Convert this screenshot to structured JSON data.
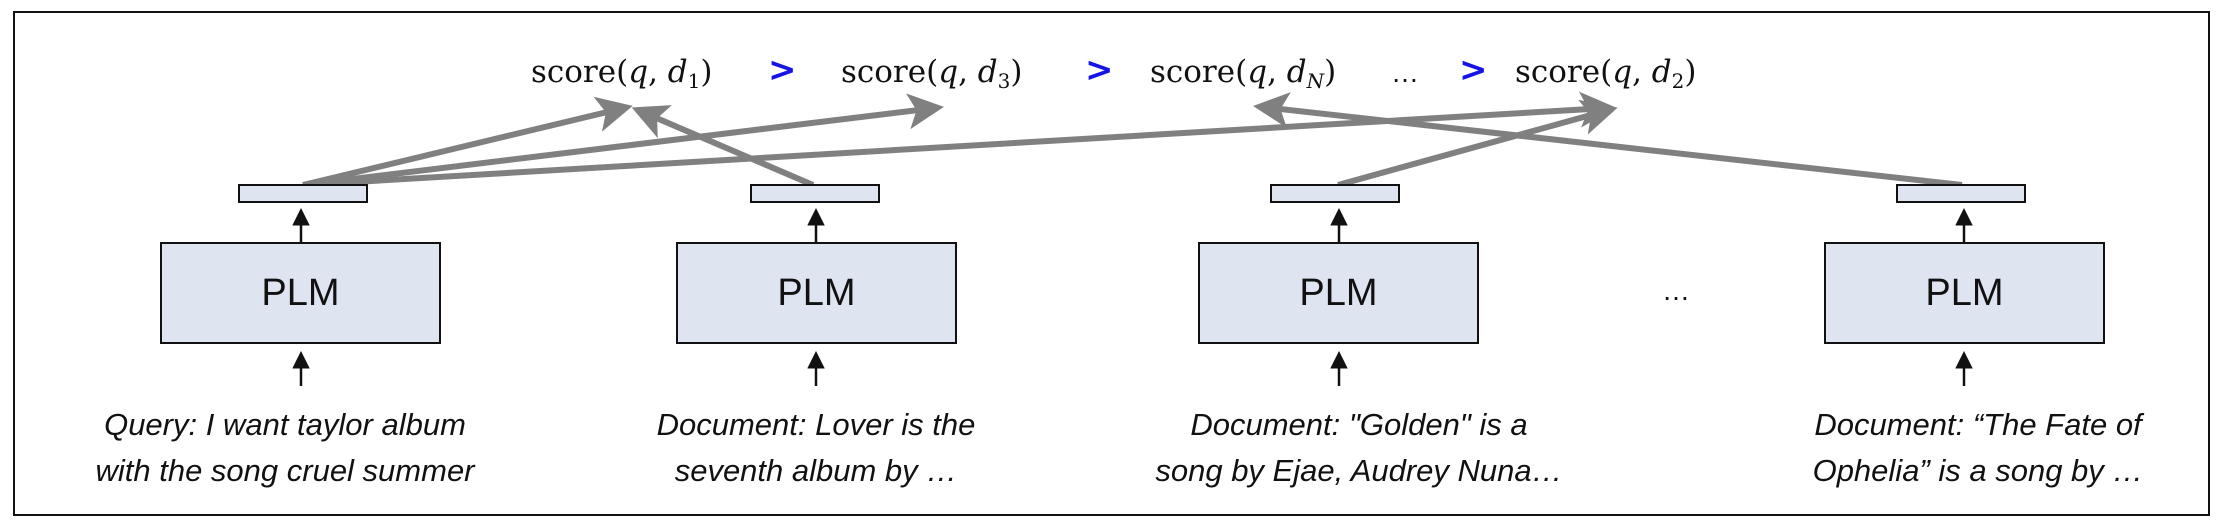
{
  "diagram": {
    "title_row": {
      "scores": [
        {
          "func": "score",
          "arg1": "q",
          "arg2": "d",
          "sub": "1"
        },
        {
          "func": "score",
          "arg1": "q",
          "arg2": "d",
          "sub": "3"
        },
        {
          "func": "score",
          "arg1": "q",
          "arg2": "d",
          "sub": "N"
        },
        {
          "func": "score",
          "arg1": "q",
          "arg2": "d",
          "sub": "2"
        }
      ],
      "comparator": ">",
      "ellipsis": "…",
      "comparator_color": "#1414e6"
    },
    "encoders": [
      {
        "label": "PLM",
        "caption_line1": "Query: I want taylor album",
        "caption_line2": "with the song cruel summer",
        "role": "query"
      },
      {
        "label": "PLM",
        "caption_line1": "Document: Lover is the",
        "caption_line2": "seventh album by …",
        "role": "document"
      },
      {
        "label": "PLM",
        "caption_line1": "Document: \"Golden\" is a",
        "caption_line2": "song by Ejae, Audrey Nuna…",
        "role": "document"
      },
      {
        "label": "PLM",
        "caption_line1": "Document: “The Fate of",
        "caption_line2": "Ophelia” is a song by …",
        "role": "document"
      }
    ],
    "between_encoders_ellipsis": "…",
    "connections": [
      {
        "from": "query",
        "to": "score-d1"
      },
      {
        "from": "query",
        "to": "score-d3"
      },
      {
        "from": "query",
        "to": "score-d2"
      },
      {
        "from": "document-1",
        "to": "score-d1"
      },
      {
        "from": "document-2",
        "to": "score-d2"
      },
      {
        "from": "document-3",
        "to": "score-dN"
      }
    ],
    "colors": {
      "box_fill": "#dee5f0",
      "box_stroke": "#111111",
      "connection": "#808080"
    }
  }
}
